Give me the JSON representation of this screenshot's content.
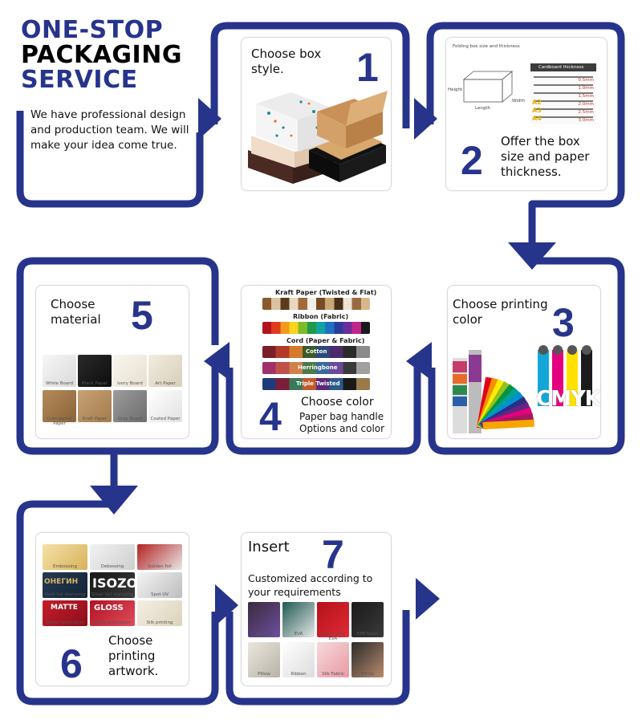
{
  "header": {
    "title_line1": "ONE-STOP",
    "title_line2": "PACKAGING",
    "title_line3": "SERVICE",
    "intro": "We have professional design and production team. We will make your idea come true."
  },
  "colors": {
    "brand": "#27348b",
    "text": "#111111"
  },
  "steps": [
    {
      "number": "1",
      "caption": "Choose box style."
    },
    {
      "number": "2",
      "caption": "Offer the box size and paper thickness.",
      "diagram_title": "Folding box size and thickness",
      "dim_height": "Height",
      "dim_length": "Length",
      "dim_width": "Width",
      "chart_title": "Cardboard thickness",
      "thickness_rows": [
        "0.5mm",
        "1.0mm",
        "1.5mm",
        "2.0mm",
        "2.5mm",
        "3.0mm"
      ],
      "format_marks": [
        "A2",
        "A3",
        "A4"
      ]
    },
    {
      "number": "3",
      "caption": "Choose printing color",
      "cmyk": "CMYK"
    },
    {
      "number": "4",
      "caption_title": "Choose color",
      "caption_sub": "Paper bag handle Options and color",
      "kraft": "Kraft Paper (Twisted & Flat)",
      "ribbon": "Ribbon (Fabric)",
      "cord": "Cord (Paper & Fabric)",
      "cotton": "Cotton",
      "herringbone": "Herringbone",
      "triple": "Triple Twisted"
    },
    {
      "number": "5",
      "caption": "Choose material",
      "materials": [
        "White Board",
        "Black Paper",
        "Ivory Board",
        "Art Paper",
        "Corrugated Paper",
        "Kraft Paper",
        "Gray Board",
        "Coated Paper"
      ]
    },
    {
      "number": "6",
      "caption": "Choose printing artwork.",
      "finishes": [
        "Embossing",
        "Debossing",
        "Golden foil",
        "Gold foil stamping",
        "Silver foil stamping",
        "Spot UV",
        "Matte lamination",
        "Gloss lamination",
        "Silk printing"
      ],
      "sample_words": [
        "OHEГИН",
        "ISOZO",
        "MATTE",
        "GLOSS"
      ]
    },
    {
      "number": "7",
      "caption_title": "Insert",
      "caption_sub": "Customized according to your requirements",
      "inserts": [
        "Sponge",
        "EVA",
        "Velvet with EVA",
        "EPE foam",
        "Pillow",
        "Ribbon",
        "Silk Fabric",
        "Mirror"
      ]
    }
  ]
}
